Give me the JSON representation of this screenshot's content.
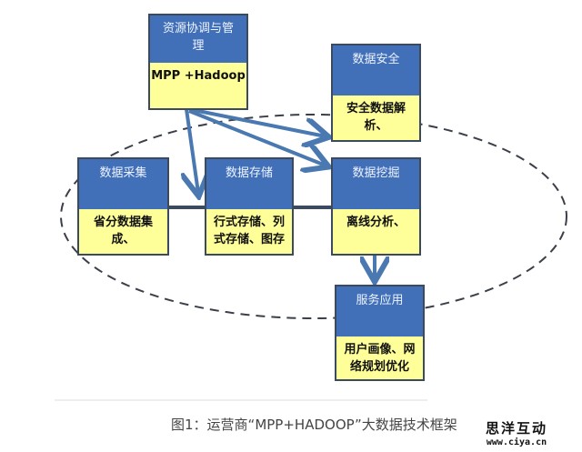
{
  "boxes": {
    "resource": {
      "title": "资源协调与管理",
      "content": "MPP +Hadoop"
    },
    "security": {
      "title": "数据安全",
      "content": "安全数据解析、"
    },
    "collect": {
      "title": "数据采集",
      "content": "省分数据集成、"
    },
    "storage": {
      "title": "数据存储",
      "content": "行式存储、列式存储、图存"
    },
    "mining": {
      "title": "数据挖掘",
      "content": "离线分析、"
    },
    "service": {
      "title": "服务应用",
      "content": "用户画像、网络规划优化"
    }
  },
  "caption": "图1：运营商“MPP+HADOOP”大数据技术框架",
  "logo": {
    "name": "思洋互动",
    "url": "www.ciya.cn"
  },
  "colors": {
    "header": "#4170b8",
    "body": "#ffff99",
    "arrow": "#4a78b0"
  }
}
